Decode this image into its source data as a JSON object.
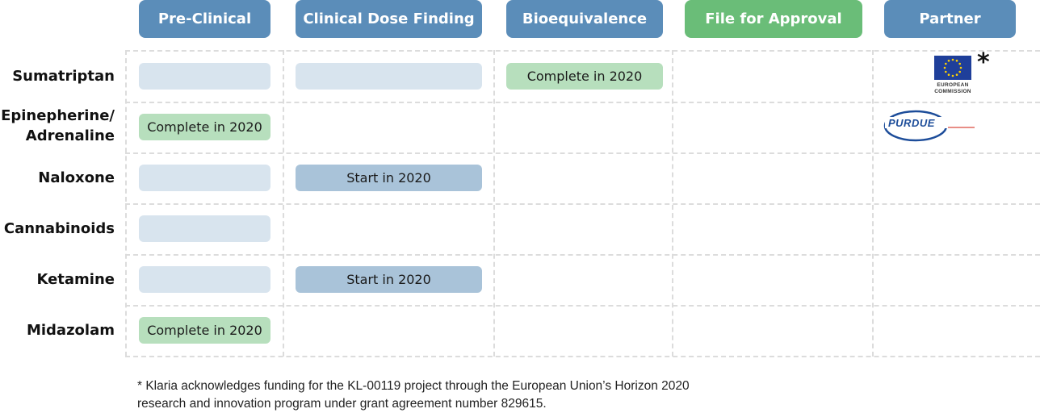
{
  "headers": {
    "preclinical": "Pre-Clinical",
    "dose_finding": "Clinical Dose Finding",
    "bioequivalence": "Bioequivalence",
    "file_approval": "File for Approval",
    "partner": "Partner"
  },
  "drugs": {
    "sumatriptan": "Sumatriptan",
    "epinephrine_line1": "Epinepherine/",
    "epinephrine_line2": "Adrenaline",
    "naloxone": "Naloxone",
    "cannabinoids": "Cannabinoids",
    "ketamine": "Ketamine",
    "midazolam": "Midazolam"
  },
  "status": {
    "sumatriptan_bioequivalence": "Complete in 2020",
    "epinephrine_preclinical": "Complete in 2020",
    "naloxone_dose_finding": "Start in 2020",
    "ketamine_dose_finding": "Start in 2020",
    "midazolam_preclinical": "Complete in 2020"
  },
  "partners": {
    "eu_text_line1": "EUROPEAN",
    "eu_text_line2": "COMMISSION",
    "eu_asterisk": "*",
    "purdue": "PURDUE"
  },
  "colors": {
    "header_blue": "#5b8db9",
    "header_green": "#6abd78",
    "bar_empty": "#d8e4ee",
    "bar_complete": "#b7dfbd",
    "bar_start": "#a9c3d9"
  },
  "footnote": {
    "line1": "* Klaria acknowledges funding for the KL-00119 project through the European Union’s Horizon 2020",
    "line2": "research and innovation program under grant agreement number 829615."
  }
}
